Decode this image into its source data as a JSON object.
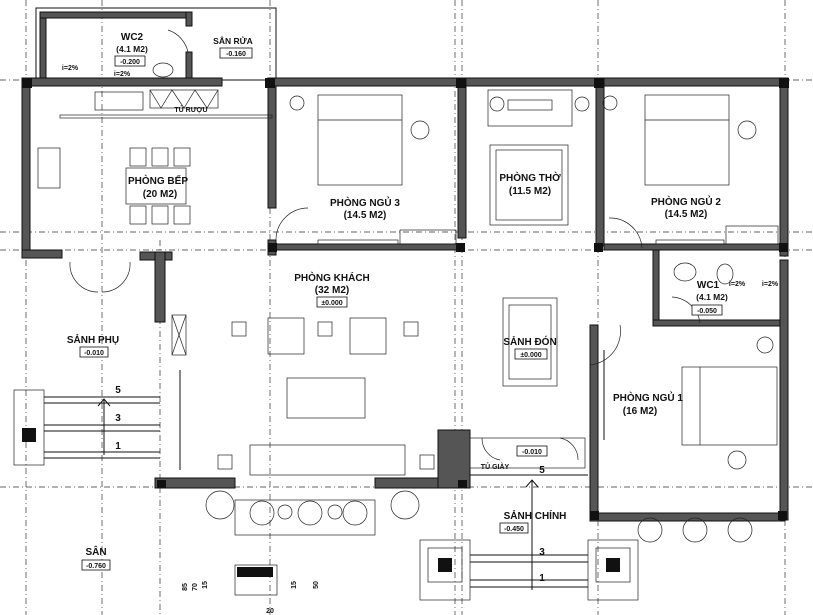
{
  "rooms": {
    "wc2": {
      "name": "WC2",
      "area": "(4.1 M2)",
      "level": "-0.200",
      "slope_a": "i=2%",
      "slope_b": "i=2%"
    },
    "san_rua": {
      "name": "SÂN RỬA",
      "level": "-0.160"
    },
    "tu_ruou": {
      "name": "TỦ RƯỢU"
    },
    "phong_bep": {
      "name": "PHÒNG BẾP",
      "area": "(20 M2)"
    },
    "phong_ngu_3": {
      "name": "PHÒNG NGỦ 3",
      "area": "(14.5 M2)"
    },
    "phong_tho": {
      "name": "PHÒNG THỜ",
      "area": "(11.5 M2)"
    },
    "phong_ngu_2": {
      "name": "PHÒNG NGỦ 2",
      "area": "(14.5 M2)"
    },
    "phong_khach": {
      "name": "PHÒNG KHÁCH",
      "area": "(32 M2)",
      "level": "±0.000"
    },
    "sanh_phu": {
      "name": "SẢNH PHỤ",
      "level": "-0.010"
    },
    "sanh_don": {
      "name": "SẢNH ĐÓN",
      "level": "±0.000"
    },
    "wc1": {
      "name": "WC1",
      "area": "(4.1 M2)",
      "level": "-0.050",
      "slope_a": "i=2%",
      "slope_b": "i=2%"
    },
    "phong_ngu_1": {
      "name": "PHÒNG NGỦ 1",
      "area": "(16 M2)"
    },
    "tu_giay": {
      "name": "TỦ GIÀY",
      "level": "-0.010"
    },
    "sanh_chinh": {
      "name": "SẢNH CHÍNH",
      "level": "-0.450"
    },
    "san": {
      "name": "SÂN",
      "level": "-0.760"
    }
  },
  "stairs": {
    "side_steps": [
      "5",
      "3",
      "1"
    ],
    "main_steps": [
      "5",
      "3",
      "1"
    ]
  },
  "details": {
    "dims": [
      "85",
      "70",
      "15",
      "15",
      "50",
      "20"
    ]
  }
}
